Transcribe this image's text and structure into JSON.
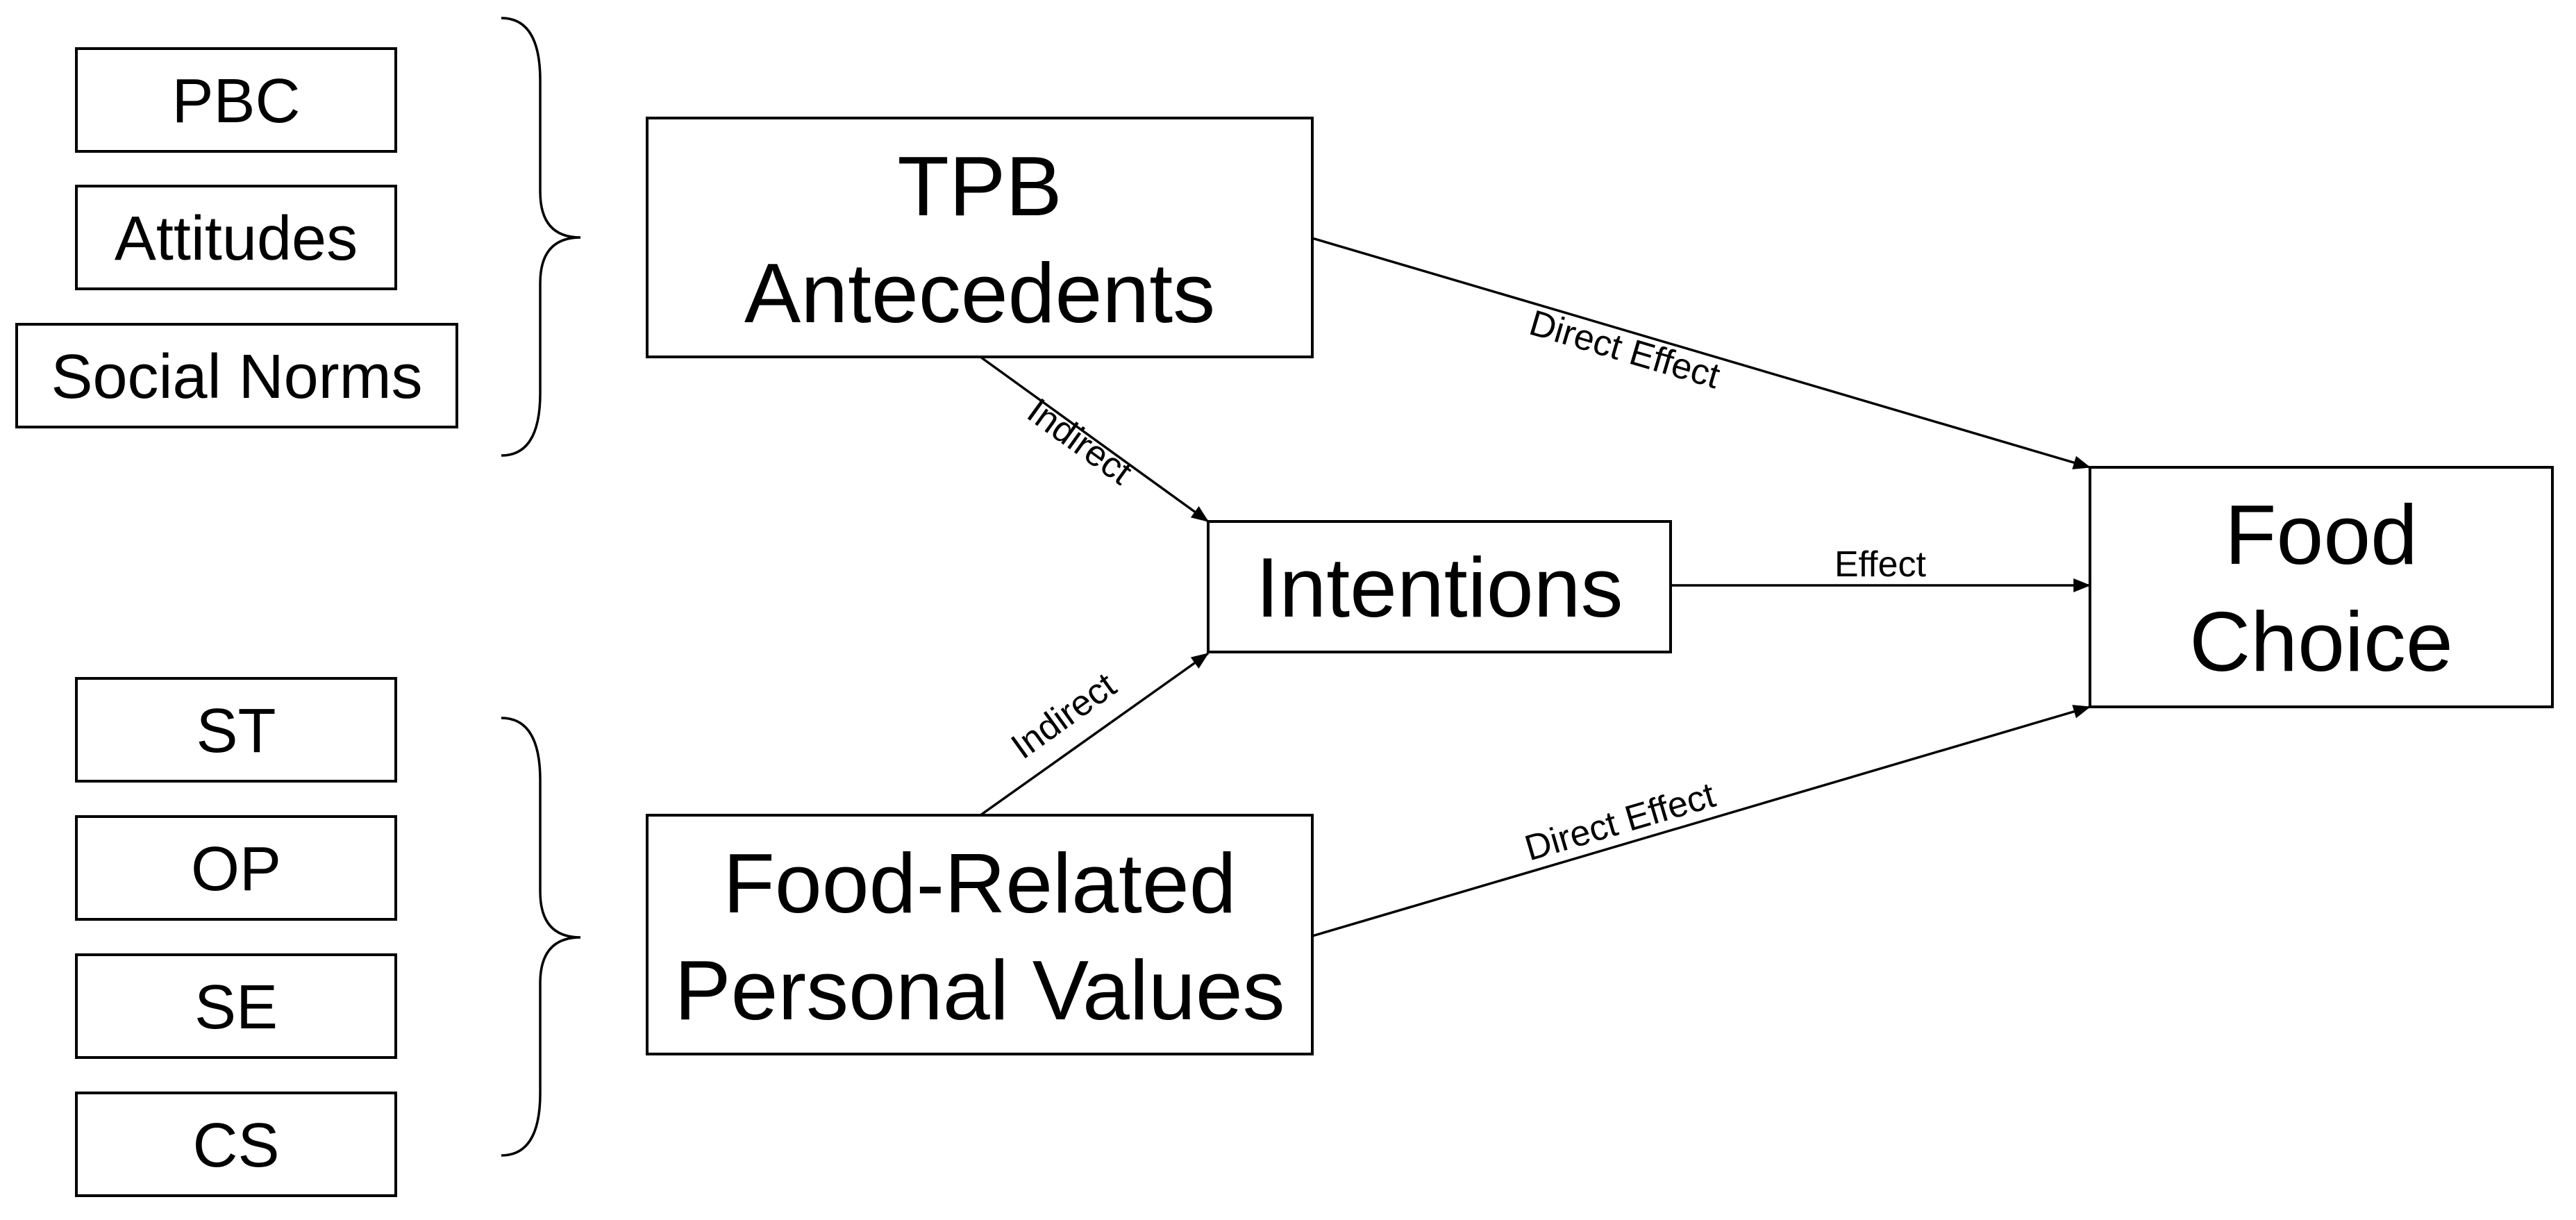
{
  "colors": {
    "stroke": "#000000",
    "background": "#ffffff"
  },
  "groups": {
    "tpb_components": [
      "PBC",
      "Attitudes",
      "Social Norms"
    ],
    "value_components": [
      "ST",
      "OP",
      "SE",
      "CS"
    ]
  },
  "nodes": {
    "tpb": [
      "TPB",
      "Antecedents"
    ],
    "intentions": [
      "Intentions"
    ],
    "values": [
      "Food-Related",
      "Personal Values"
    ],
    "food_choice": [
      "Food",
      "Choice"
    ]
  },
  "edges": {
    "tpb_to_intentions": "Indirect",
    "values_to_intentions": "Indirect",
    "intentions_to_choice": "Effect",
    "tpb_to_choice": "Direct Effect",
    "values_to_choice": "Direct Effect"
  }
}
